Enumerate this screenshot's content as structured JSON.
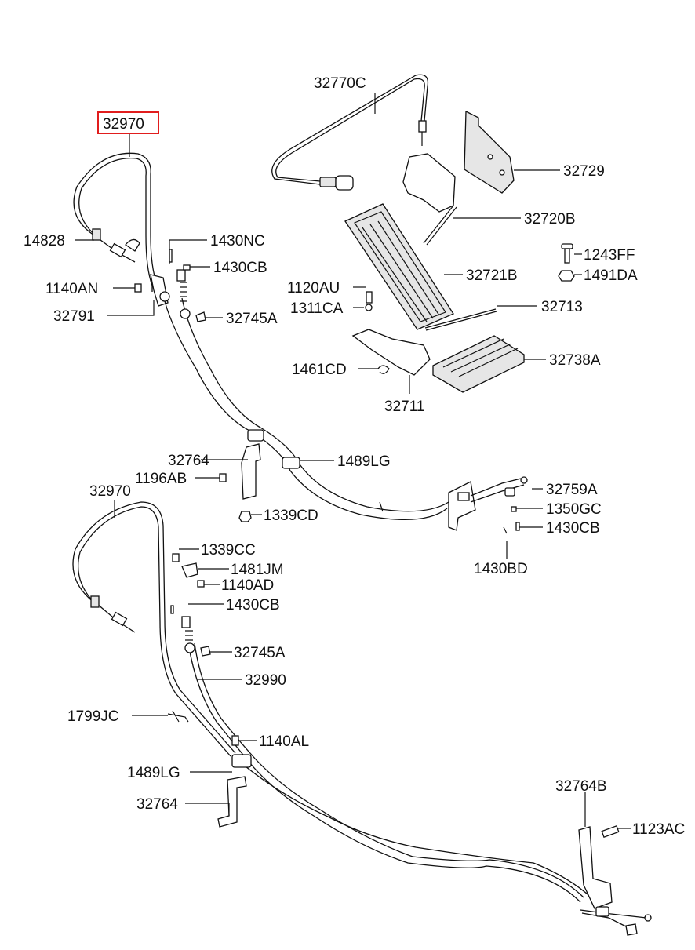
{
  "highlight_color": "#e11d1d",
  "labels": {
    "p32970_top": "32970",
    "p32770C": "32770C",
    "p32729": "32729",
    "p32720B": "32720B",
    "p14828": "14828",
    "p1430NC": "1430NC",
    "p1430CB_1": "1430CB",
    "p1140AN": "1140AN",
    "p32791": "32791",
    "p32745A_1": "32745A",
    "p1243FF": "1243FF",
    "p1491DA": "1491DA",
    "p32721B": "32721B",
    "p1120AU": "1120AU",
    "p1311CA": "1311CA",
    "p32713": "32713",
    "p32738A": "32738A",
    "p1461CD": "1461CD",
    "p32711": "32711",
    "p32764_1": "32764",
    "p1489LG_1": "1489LG",
    "p1196AB": "1196AB",
    "p32759A": "32759A",
    "p32970_mid": "32970",
    "p1339CD": "1339CD",
    "p1350GC": "1350GC",
    "p1430CB_2": "1430CB",
    "p1339CC": "1339CC",
    "p1430BD": "1430BD",
    "p1481JM": "1481JM",
    "p1140AD": "1140AD",
    "p1430CB_3": "1430CB",
    "p32745A_2": "32745A",
    "p32990": "32990",
    "p1799JC": "1799JC",
    "p1140AL": "1140AL",
    "p1489LG_2": "1489LG",
    "p32764_2": "32764",
    "p32764B": "32764B",
    "p1123AC": "1123AC"
  }
}
